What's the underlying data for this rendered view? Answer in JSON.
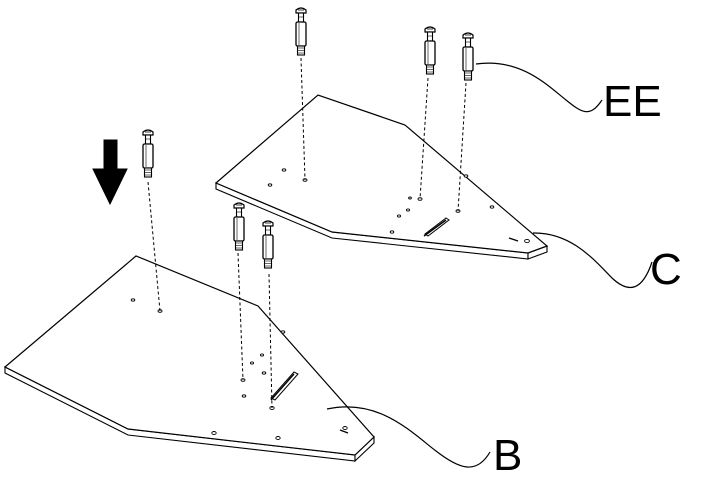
{
  "labels": {
    "ee": "EE",
    "c": "C",
    "b": "B"
  },
  "colors": {
    "line": "#000000",
    "panel_fill": "#ffffff",
    "background": "#ffffff"
  },
  "icons": {
    "direction_arrow": "down-arrow-icon",
    "fastener": "cam-dowel-icon"
  }
}
